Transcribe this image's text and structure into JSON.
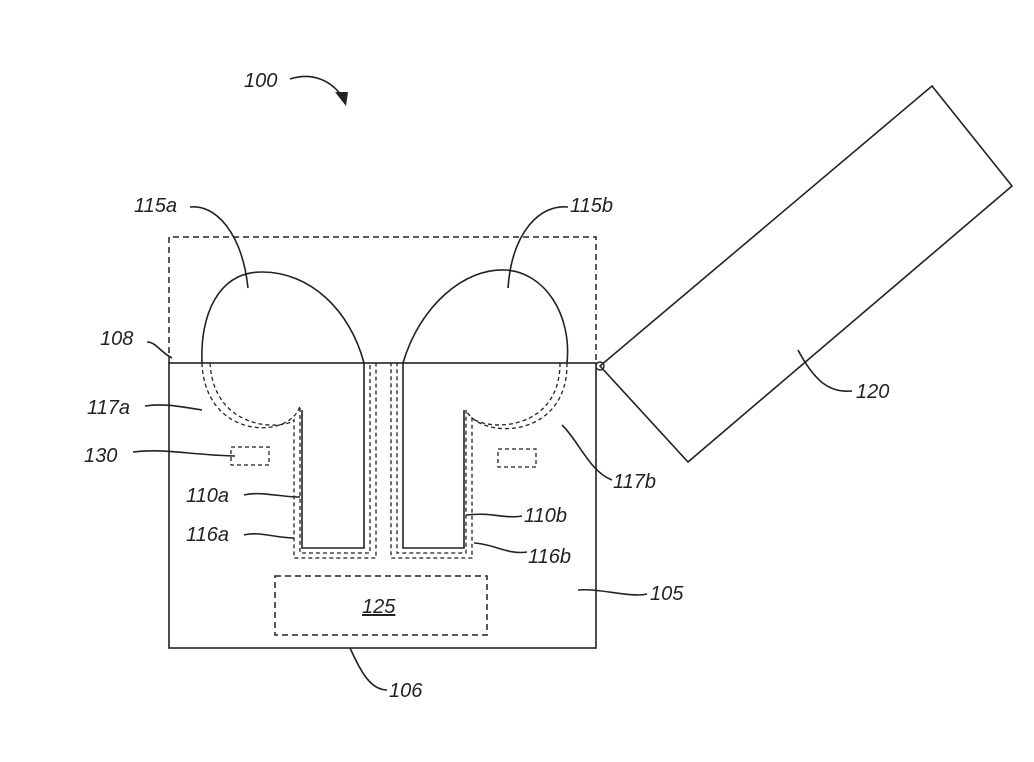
{
  "figure": {
    "labels": {
      "l100": "100",
      "l115a": "115a",
      "l115b": "115b",
      "l108": "108",
      "l117a": "117a",
      "l130": "130",
      "l110a": "110a",
      "l116a": "116a",
      "l110b": "110b",
      "l116b": "116b",
      "l117b": "117b",
      "l120": "120",
      "l105": "105",
      "l125": "125",
      "l106": "106"
    }
  }
}
